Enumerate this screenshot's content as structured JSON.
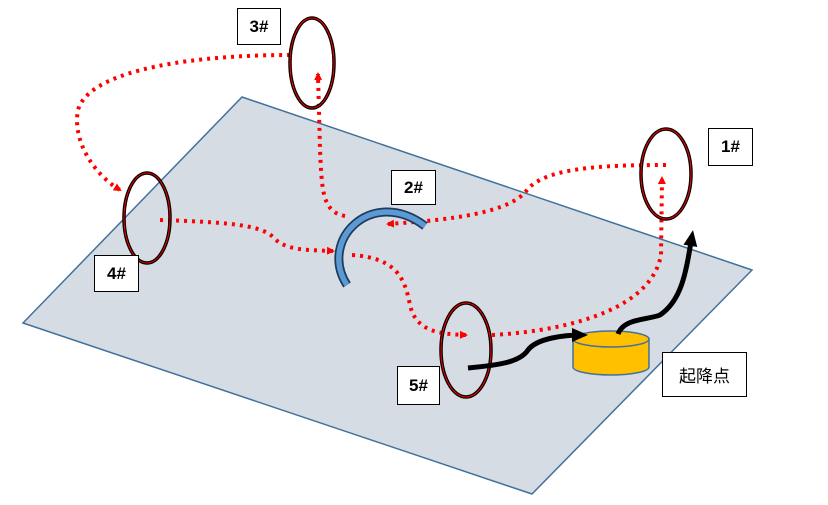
{
  "labels": {
    "ring1": "1#",
    "ring2": "2#",
    "ring3": "3#",
    "ring4": "4#",
    "ring5": "5#",
    "takeoff": "起降点"
  },
  "colors": {
    "plane_fill": "#d6dce4",
    "plane_stroke": "#41719c",
    "route": "#ff0000",
    "ring_outer": "#000000",
    "gate_fill": "#5b9bd5",
    "pad_fill": "#ffc000"
  }
}
